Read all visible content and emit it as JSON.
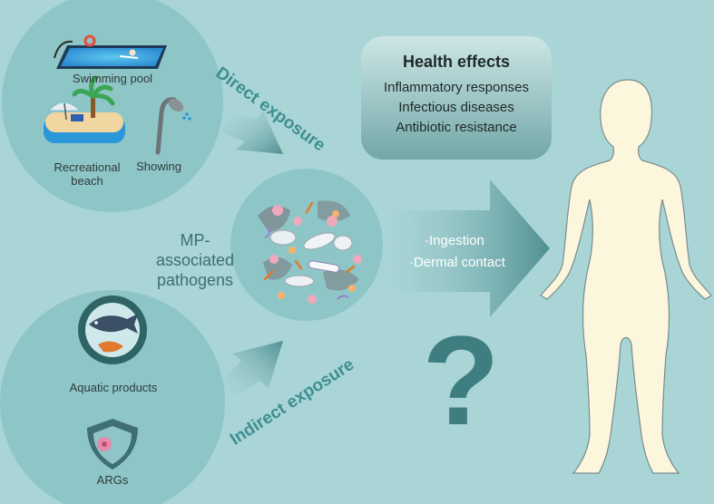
{
  "colors": {
    "background": "#a9d5d6",
    "circle": "#8ec6c7",
    "arrow_dark": "#4f8f91",
    "exposure_text": "#3f8f90",
    "human": "#fcf6dd",
    "question_mark": "#3f7e80"
  },
  "direct_sources": {
    "pool_label": "Swimming pool",
    "beach_label": "Recreational beach",
    "shower_label": "Showing"
  },
  "indirect_sources": {
    "aquatic_label": "Aquatic products",
    "args_label": "ARGs"
  },
  "direct_exposure_label": "Direct exposure",
  "indirect_exposure_label": "Indirect exposure",
  "mp_label": "MP-associated pathogens",
  "routes": [
    "·Ingestion",
    "·Dermal contact"
  ],
  "health": {
    "title": "Health effects",
    "items": [
      "Inflammatory responses",
      "Infectious diseases",
      "Antibiotic resistance"
    ]
  },
  "question_mark": "?"
}
